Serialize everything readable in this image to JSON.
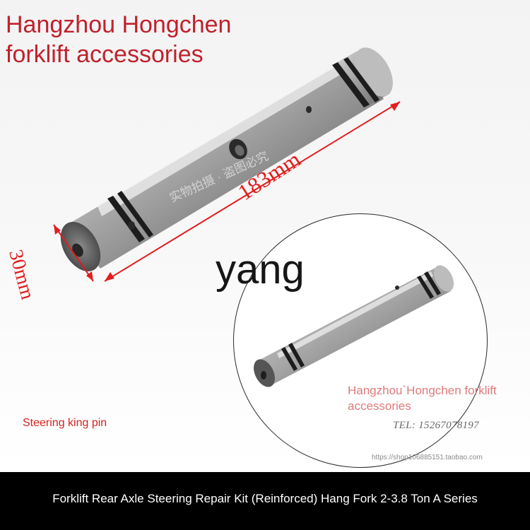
{
  "header": {
    "title_line1": "Hangzhou Hongchen",
    "title_line2": "forklift accessories"
  },
  "dimensions": {
    "length_label": "183mm",
    "diameter_label": "30mm"
  },
  "watermark": {
    "photo_note": "实物拍摄 · 盗图必究",
    "overlay_text": "yang"
  },
  "inset": {
    "caption": "Hangzhou`Hongchen forklift accessories",
    "tel": "TEL: 15267078197"
  },
  "labels": {
    "part_name": "Steering king pin",
    "shop_url": "https://shop106885151.taobao.com"
  },
  "footer": {
    "product_title": "Forklift Rear Axle Steering Repair Kit (Reinforced) Hang Fork 2-3.8 Ton A Series"
  },
  "colors": {
    "brand_red": "#c0212c",
    "dimension_red": "#e31d1d",
    "footer_bg": "#000000"
  }
}
